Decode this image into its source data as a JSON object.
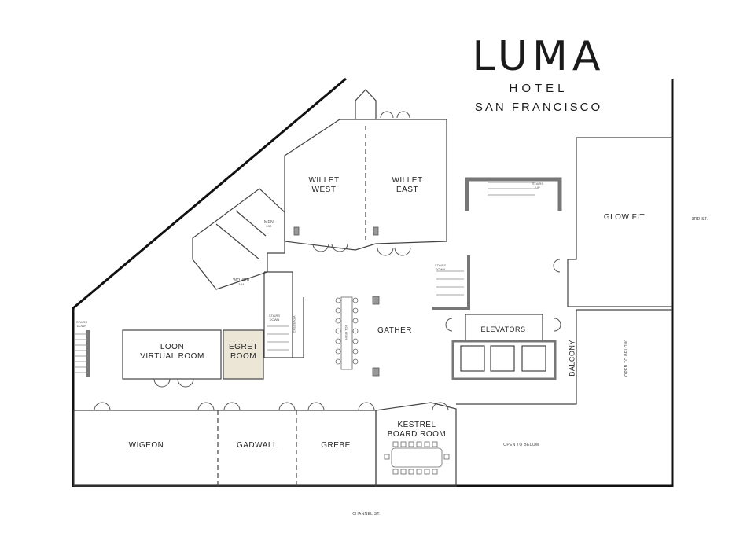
{
  "logo": {
    "brand": "LUMA",
    "subtitle": "HOTEL",
    "city": "SAN FRANCISCO"
  },
  "rooms": {
    "willet_west": [
      "WILLET",
      "WEST"
    ],
    "willet_east": [
      "WILLET",
      "EAST"
    ],
    "glow_fit": "GLOW FIT",
    "gather": "GATHER",
    "elevators": "ELEVATORS",
    "balcony": "BALCONY",
    "loon": [
      "LOON",
      "VIRTUAL ROOM"
    ],
    "egret": [
      "EGRET",
      "ROOM"
    ],
    "wigeon": "WIGEON",
    "gadwall": "GADWALL",
    "grebe": "GREBE",
    "kestrel": [
      "KESTREL",
      "BOARD ROOM"
    ]
  },
  "small_labels": {
    "men": "MEN",
    "men_num": "332",
    "women": "WOMEN",
    "women_num": "334",
    "stairs_up": [
      "STAIRS",
      "UP"
    ],
    "stairs_down_center": [
      "STAIRS",
      "DOWN"
    ],
    "stairs_down_left": [
      "STAIRS",
      "DOWN"
    ],
    "stairs_down_gather": [
      "STAIRS",
      "DOWN"
    ],
    "credenza": "CREDENZA",
    "high_top": "HIGH TOP",
    "open_to_below_bottom": "OPEN TO BELOW",
    "open_to_below_right": "OPEN TO BELOW"
  },
  "streets": {
    "third": "3RD ST.",
    "channel": "CHANNEL ST."
  },
  "colors": {
    "wall": "#111111",
    "line": "#555555",
    "highlight": "#ece6d6",
    "gray_stair": "#888888"
  }
}
